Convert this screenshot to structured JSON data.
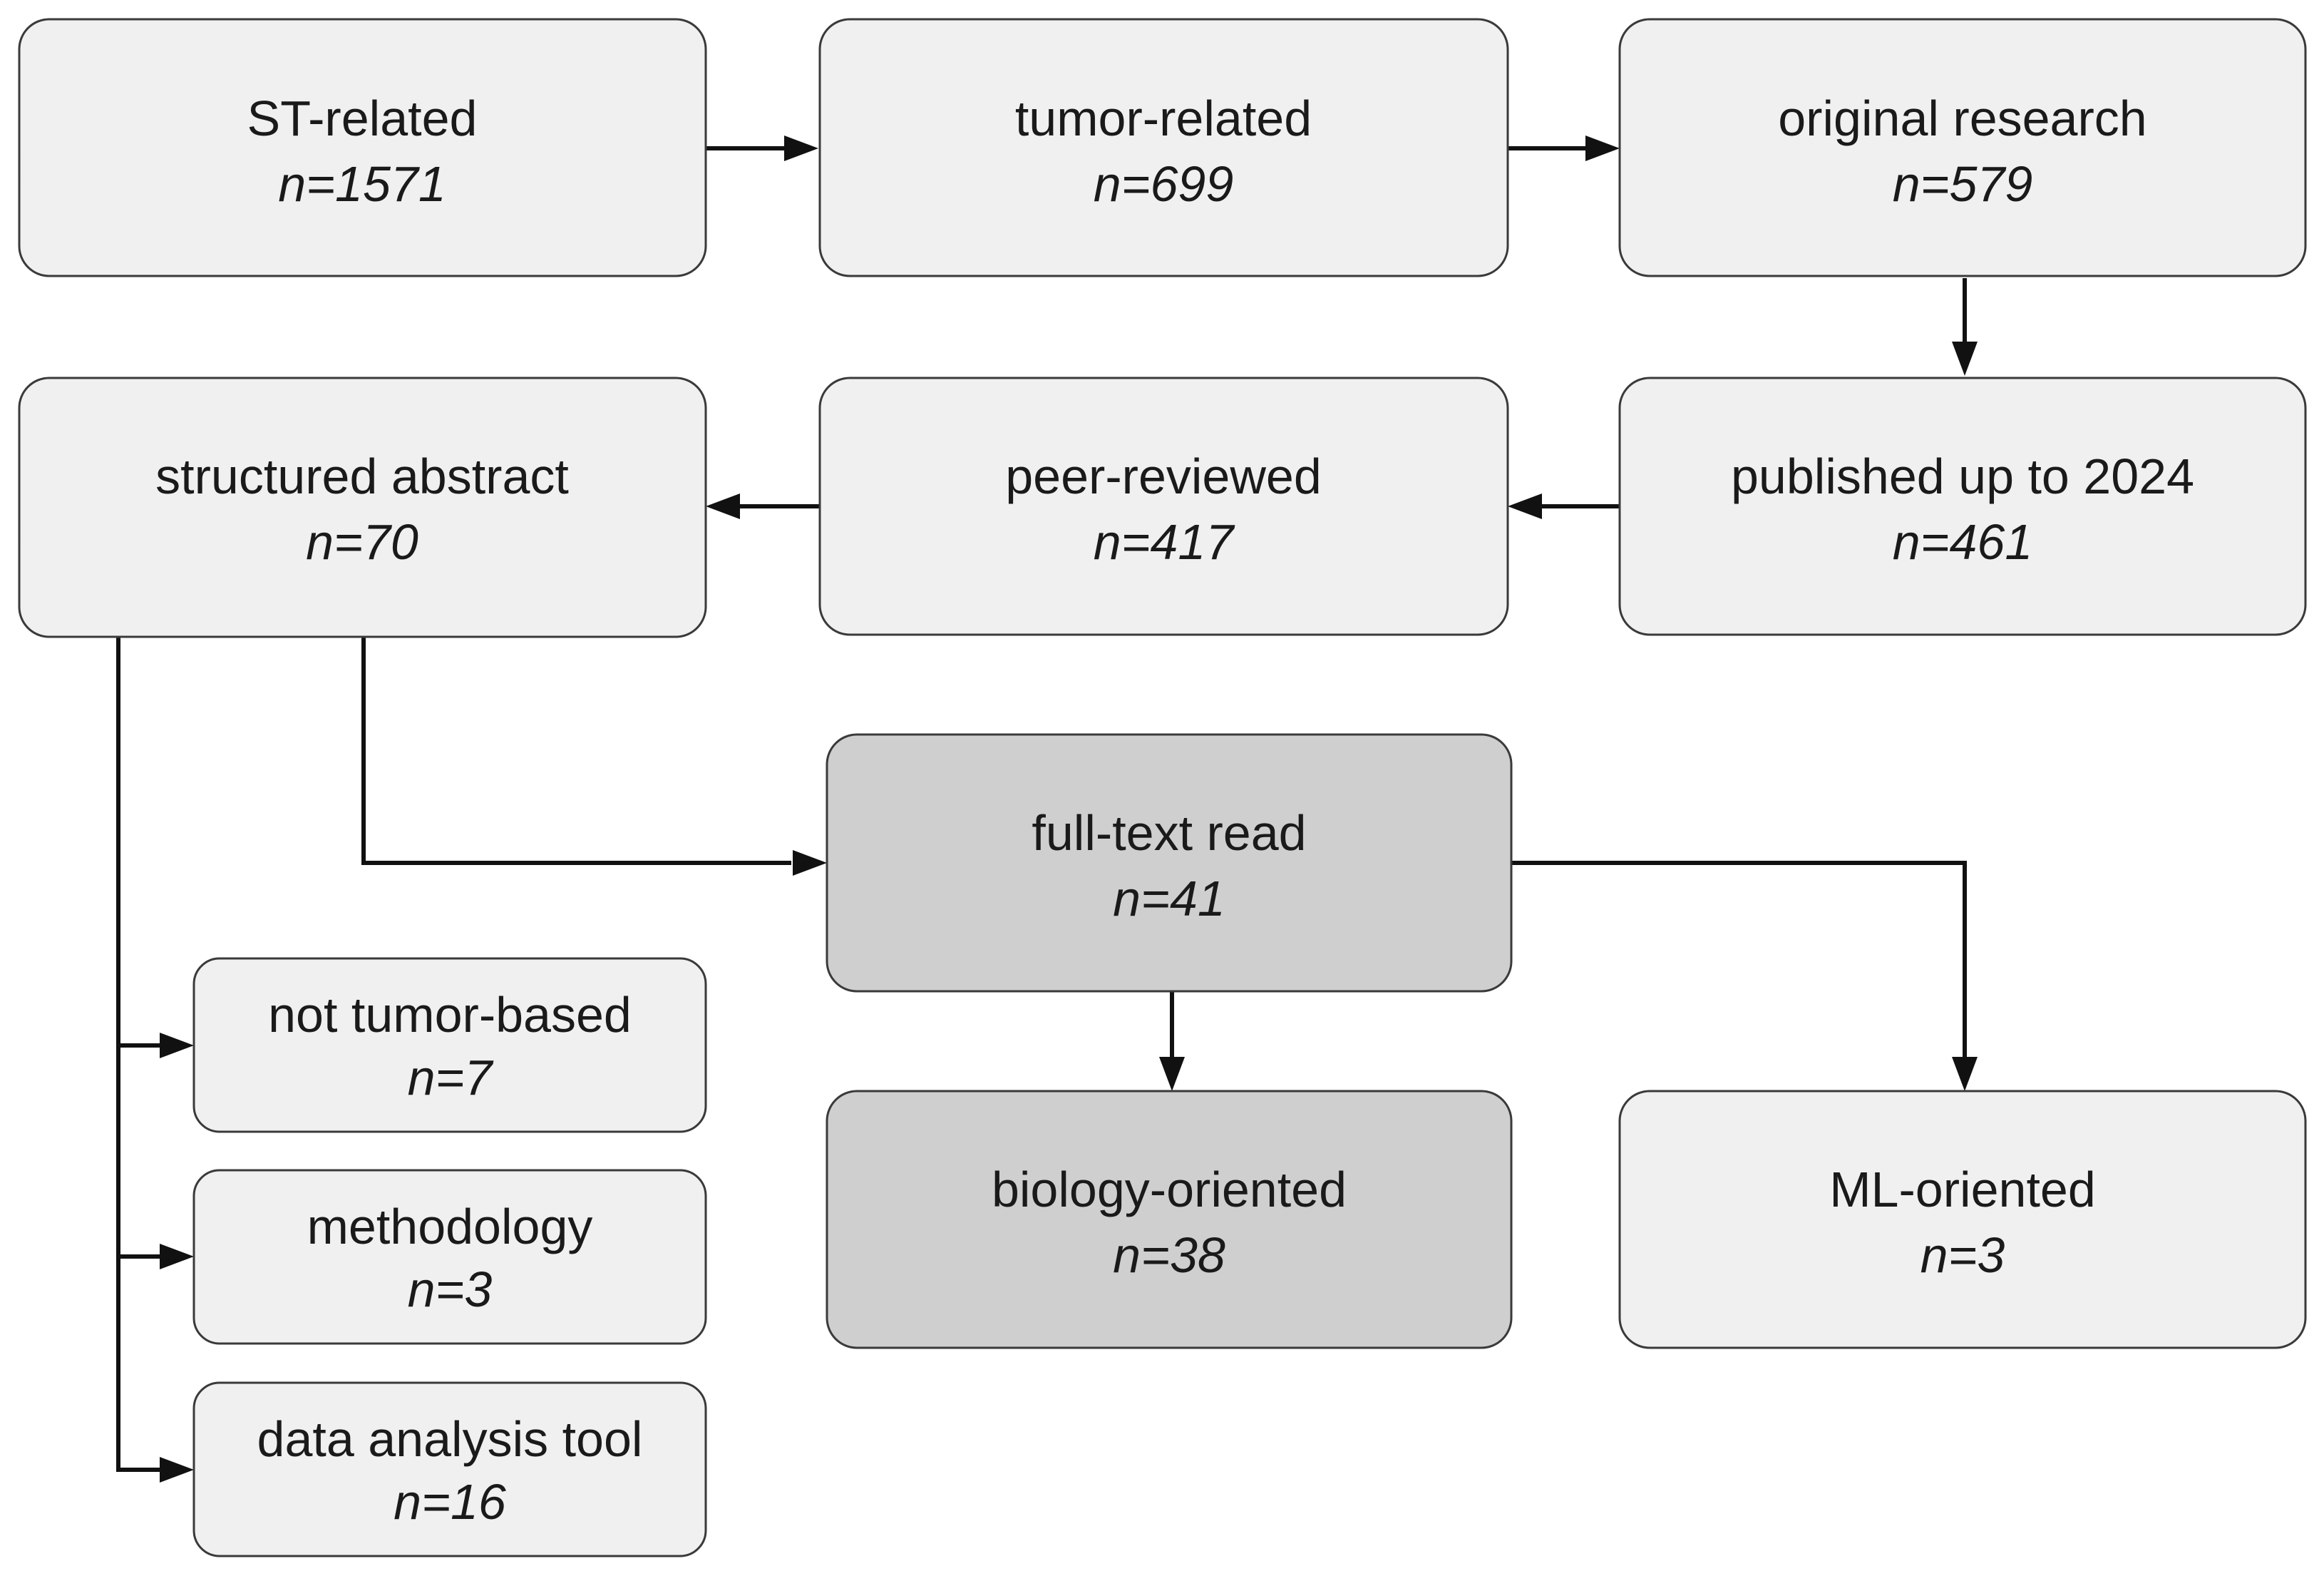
{
  "nodes": {
    "st_related": {
      "label": "ST-related",
      "count": "n=1571"
    },
    "tumor_related": {
      "label": "tumor-related",
      "count": "n=699"
    },
    "original_research": {
      "label": "original research",
      "count": "n=579"
    },
    "published": {
      "label": "published up to 2024",
      "count": "n=461"
    },
    "peer_reviewed": {
      "label": "peer-reviewed",
      "count": "n=417"
    },
    "structured_abstract": {
      "label": "structured abstract",
      "count": "n=70"
    },
    "full_text": {
      "label": "full-text read",
      "count": "n=41"
    },
    "not_tumor": {
      "label": "not tumor-based",
      "count": "n=7"
    },
    "methodology": {
      "label": "methodology",
      "count": "n=3"
    },
    "data_tool": {
      "label": "data analysis tool",
      "count": "n=16"
    },
    "biology": {
      "label": "biology-oriented",
      "count": "n=38"
    },
    "ml": {
      "label": "ML-oriented",
      "count": "n=3"
    }
  },
  "colors": {
    "box_fill": "#f0f0f0",
    "box_fill_highlight": "#cfcfcf",
    "line": "#111111"
  }
}
